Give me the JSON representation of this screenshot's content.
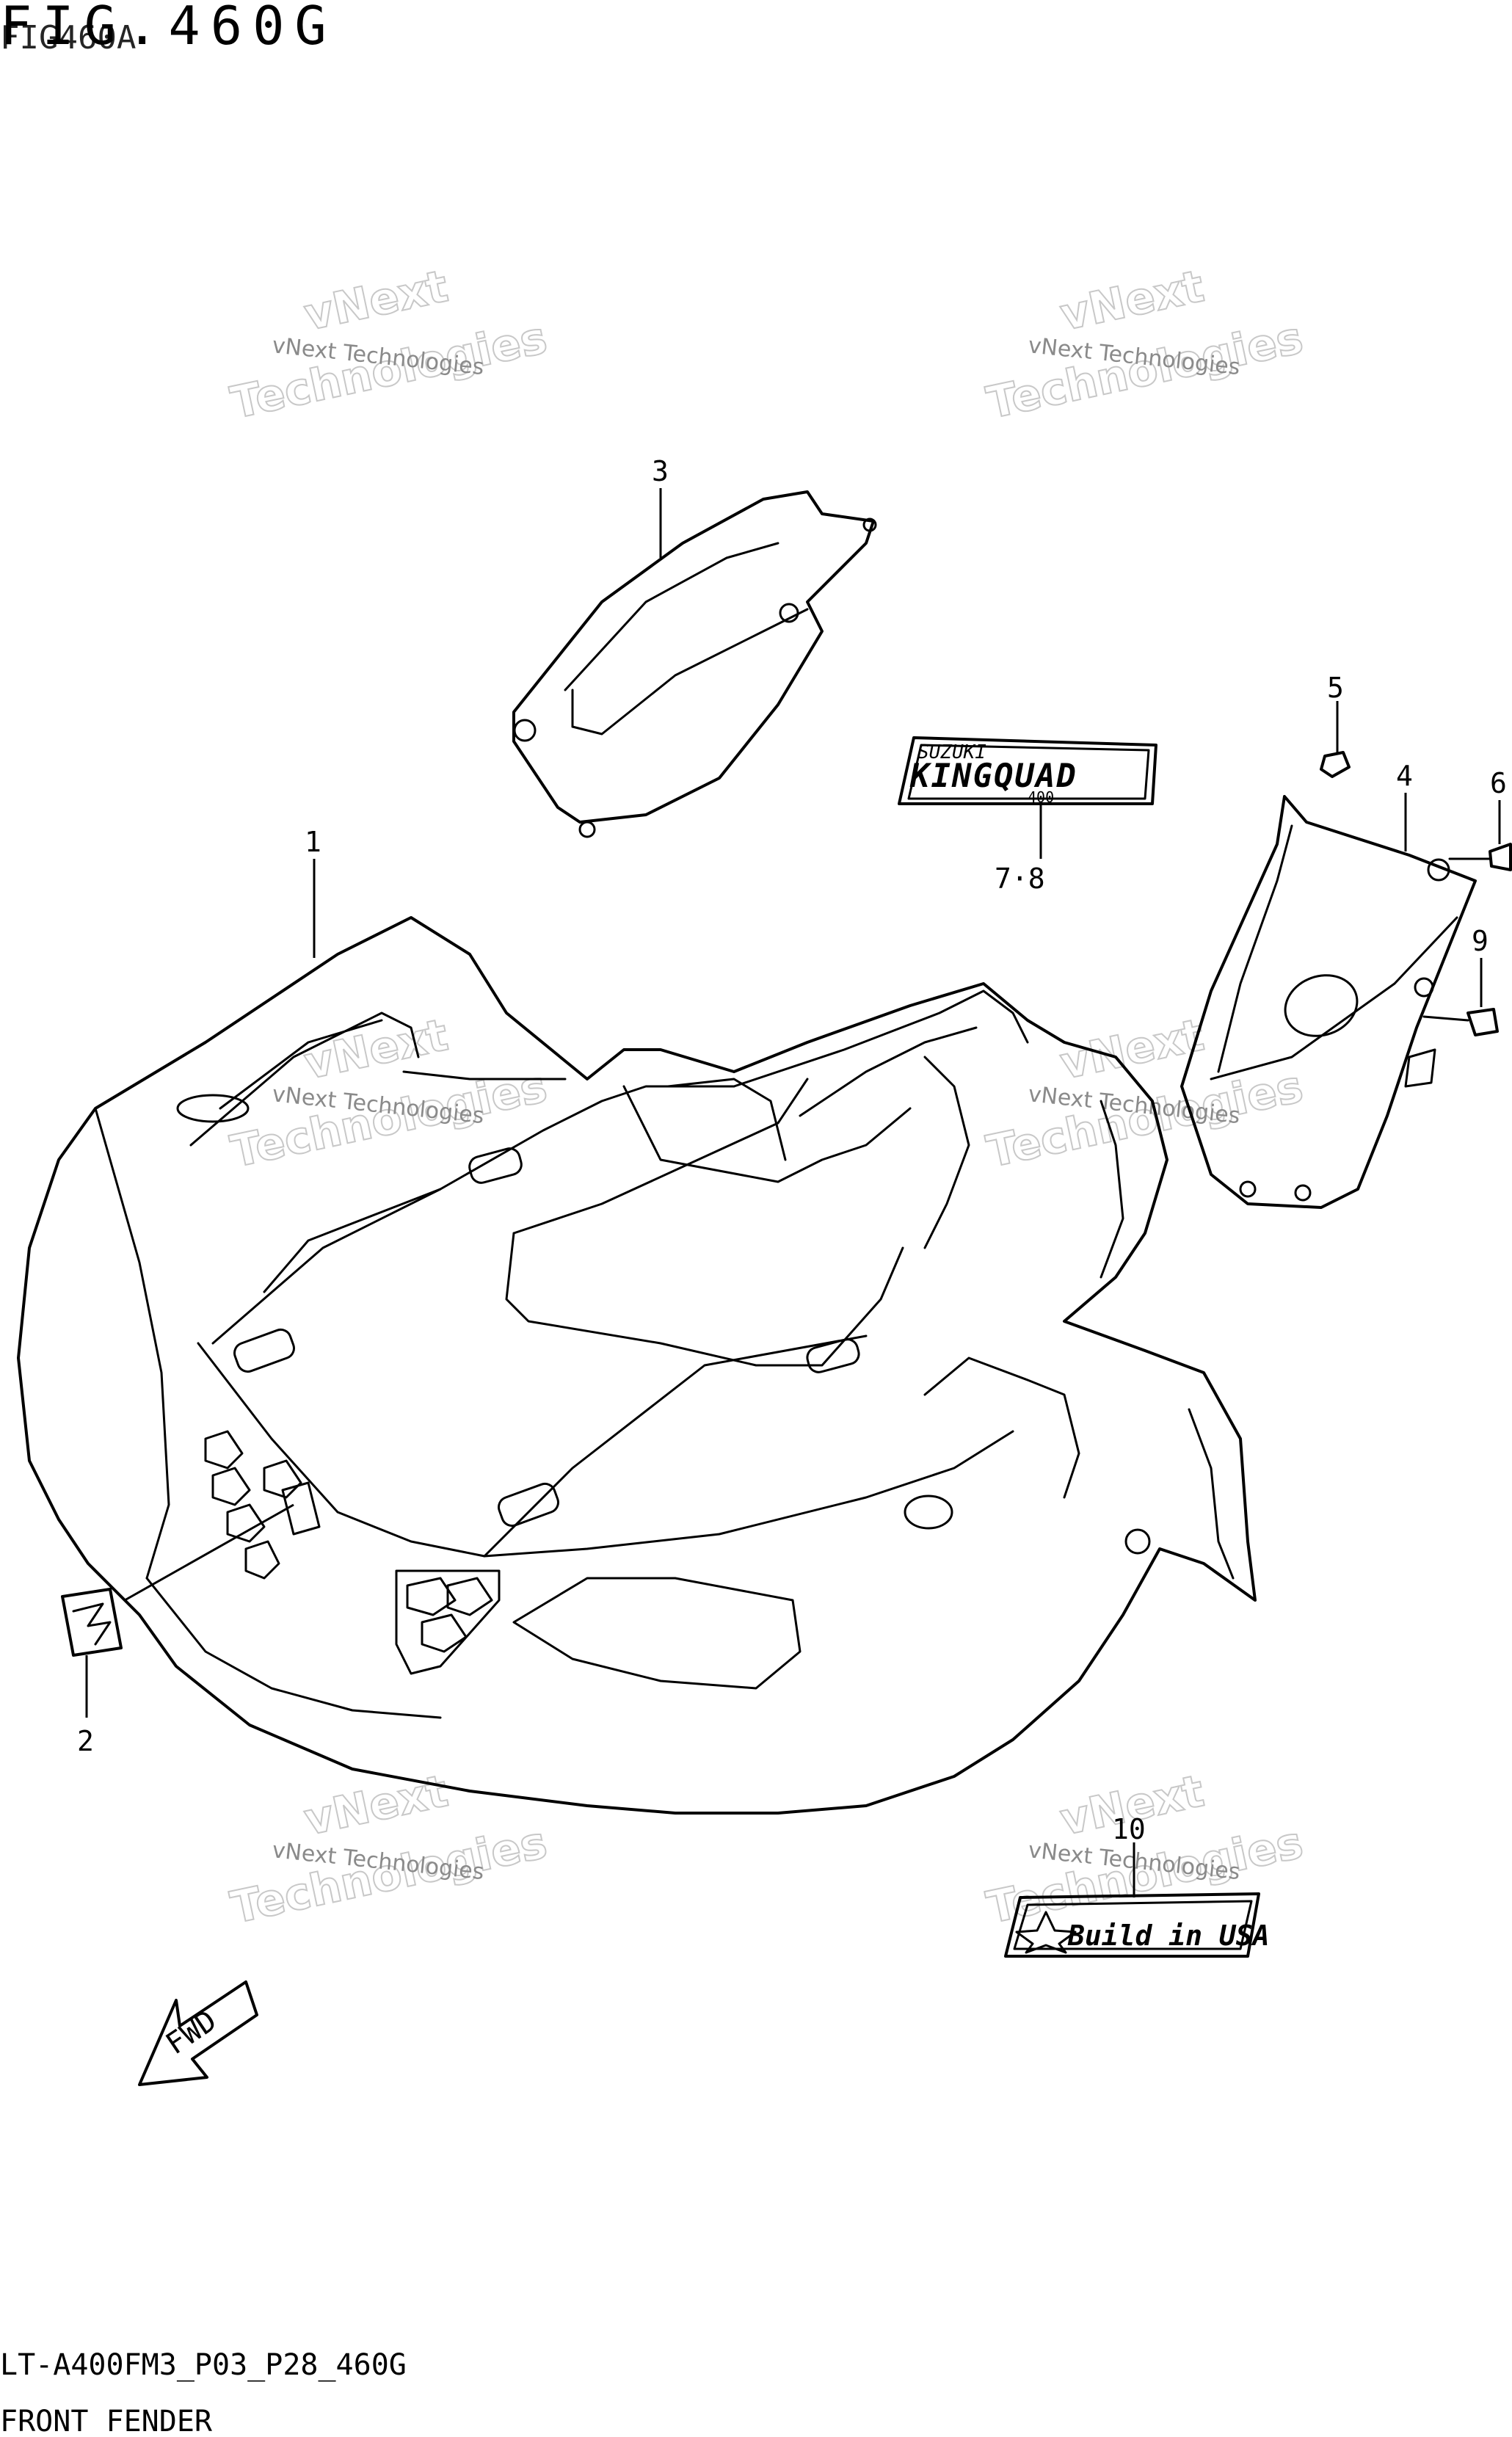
{
  "figure": {
    "title": "FIG.460G",
    "overlap_code": "FIG460A"
  },
  "footer": {
    "model_code": "LT-A400FM3_P03_P28_460G",
    "caption": "FRONT FENDER"
  },
  "watermark": {
    "line1": "vNext Technologies",
    "line2": "vNext",
    "line3": "Technologies"
  },
  "callouts": [
    "1",
    "2",
    "3",
    "4",
    "5",
    "6",
    "7·8",
    "9",
    "10"
  ],
  "decals": {
    "emblem_brand": "SUZUKI",
    "emblem_model": "KINGQUAD",
    "emblem_sub": "400",
    "usa_badge": "Build in USA",
    "direction": "FWD"
  },
  "colors": {
    "ink": "#000000",
    "watermark": "#c8c8c8"
  }
}
